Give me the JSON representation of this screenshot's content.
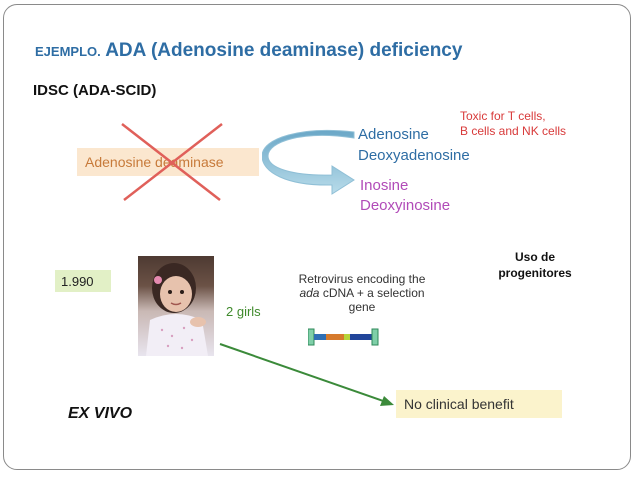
{
  "title": {
    "kicker": "EJEMPLO.",
    "main": "ADA (Adenosine deaminase) deficiency"
  },
  "subtitle": "IDSC  (ADA-SCID)",
  "enzyme_label": "Adenosine deaminase",
  "substrates": [
    "Adenosine",
    "Deoxyadenosine"
  ],
  "products": [
    "Inosine",
    "Deoxyinosine"
  ],
  "toxicity": [
    "Toxic for T cells,",
    "B cells and NK cells"
  ],
  "uso": [
    "Uso de",
    "progenitores"
  ],
  "year": "1.990",
  "patients": "2 girls",
  "retrovirus": {
    "line1": "Retrovirus encoding the",
    "line2_italic": "ada",
    "line2_rest": " cDNA + a selection",
    "line3": "gene"
  },
  "outcome": "No clinical benefit",
  "method": "EX VIVO",
  "colors": {
    "title": "#2e6da4",
    "cross": "#e0605a",
    "product": "#b14bb8",
    "toxic": "#d83a3a",
    "patients": "#3f8a2c",
    "arrow": "#3b8a3a"
  }
}
